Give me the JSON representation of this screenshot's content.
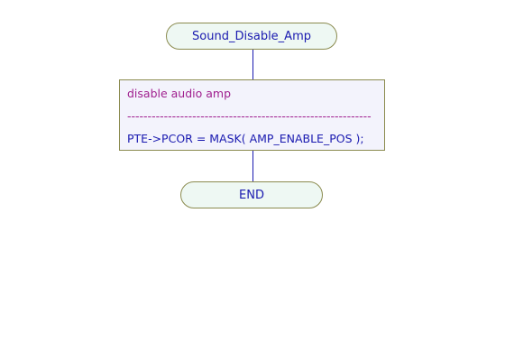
{
  "flowchart": {
    "start_label": "Sound_Disable_Amp",
    "process": {
      "comment": "disable audio amp",
      "separator": "------------------------------------------------------------",
      "code": "PTE->PCOR = MASK( AMP_ENABLE_POS );"
    },
    "end_label": "END"
  }
}
